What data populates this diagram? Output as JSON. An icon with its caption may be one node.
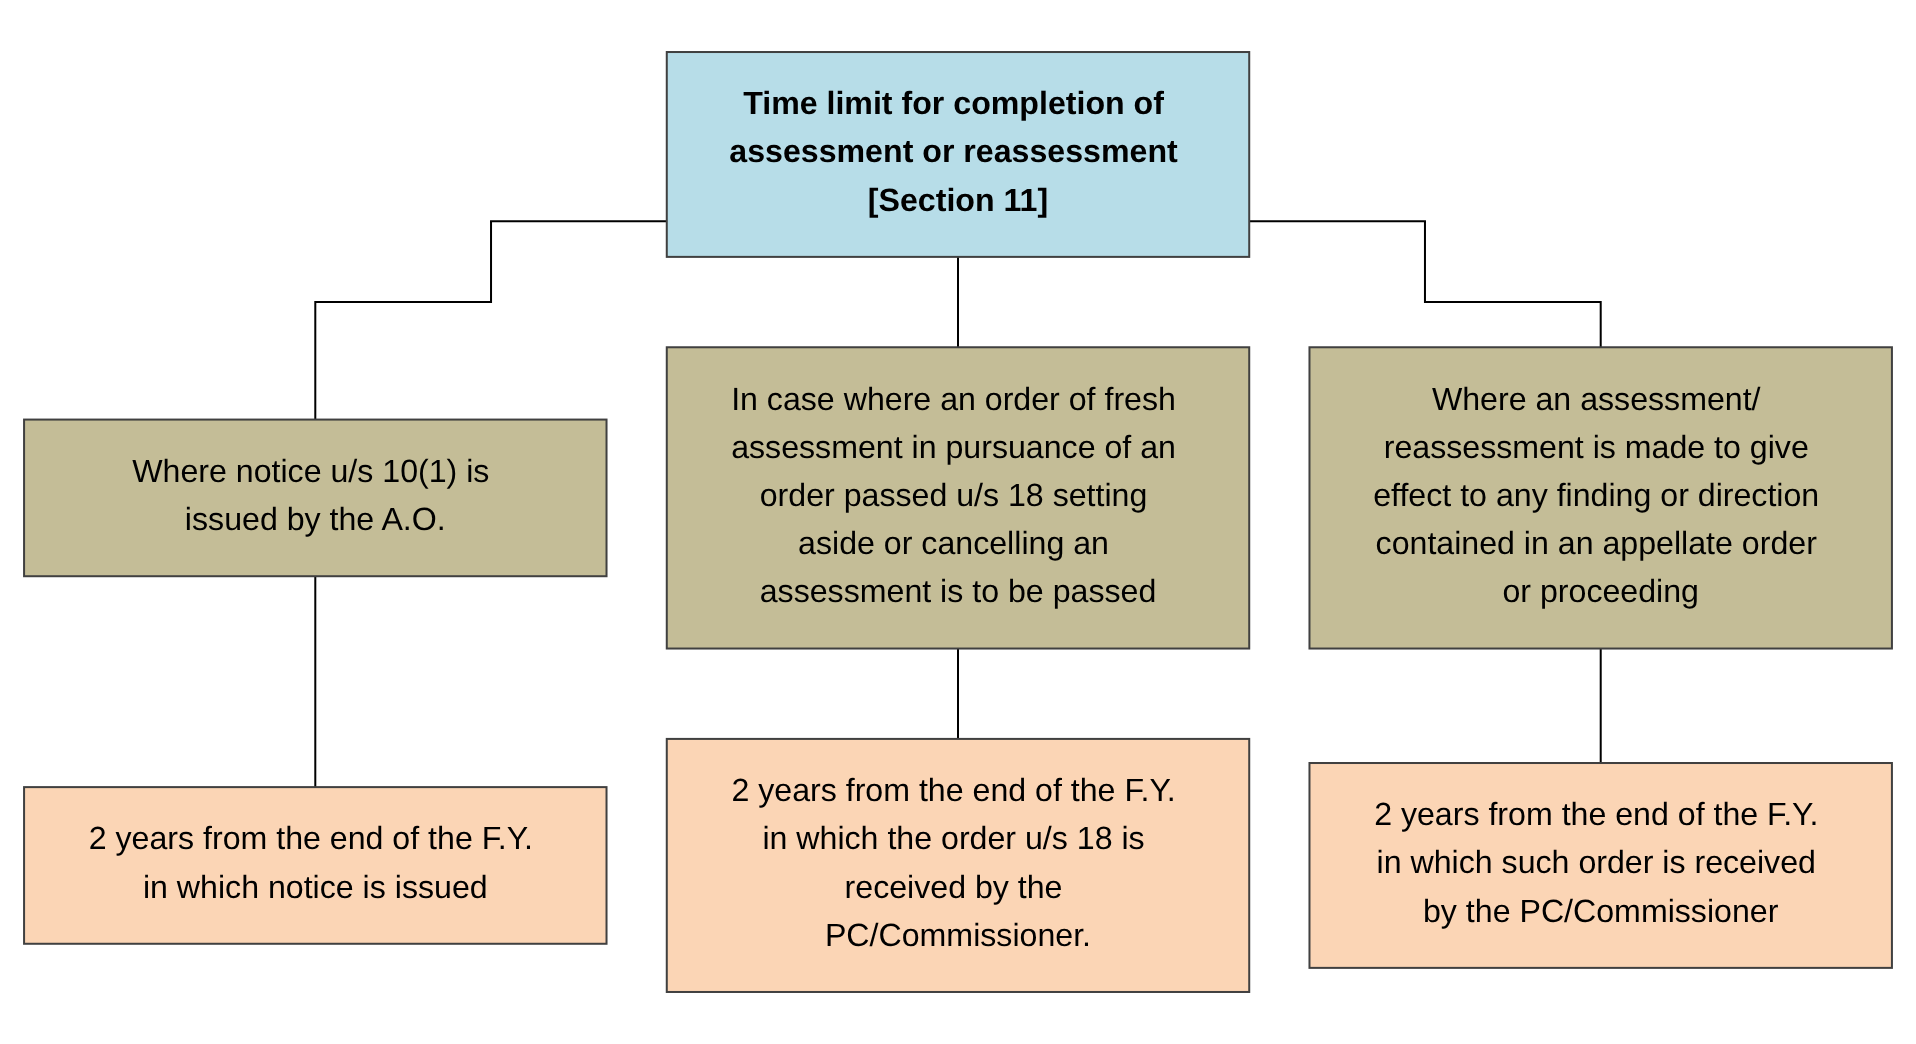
{
  "diagram": {
    "nodes": [
      {
        "text": [
          "Time limit for completion of assessment or reassessment [Section 11]"
        ]
      },
      {
        "text": [
          "Where notice u/s 10(1) is issued by the A.O."
        ]
      },
      {
        "text": [
          "In case where an order of fresh assessment in pursuance of an order passed u/s 18 setting aside or cancelling an assessment is to be passed"
        ]
      },
      {
        "text": [
          "Where an assessment/ reassessment is made to give effect to any finding or direction contained in an appellate order or proceeding"
        ]
      },
      {
        "text": [
          "2 years from the end of the F.Y. in which notice is issued"
        ]
      },
      {
        "text": [
          "2 years from the end of the F.Y. in which the order u/s 18 is received by the PC/Commissioner."
        ]
      },
      {
        "text": [
          "2 years from the end of the F.Y. in which such order is received by the PC/Commissioner"
        ]
      }
    ],
    "edges": [
      {
        "from": 0,
        "to": 1,
        "arrow": "none"
      },
      {
        "from": 0,
        "to": 2,
        "arrow": "none"
      },
      {
        "from": 0,
        "to": 3,
        "arrow": "none"
      },
      {
        "from": 1,
        "to": 4,
        "arrow": "none"
      },
      {
        "from": 2,
        "to": 5,
        "arrow": "none"
      },
      {
        "from": 3,
        "to": 6,
        "arrow": "none"
      }
    ]
  }
}
